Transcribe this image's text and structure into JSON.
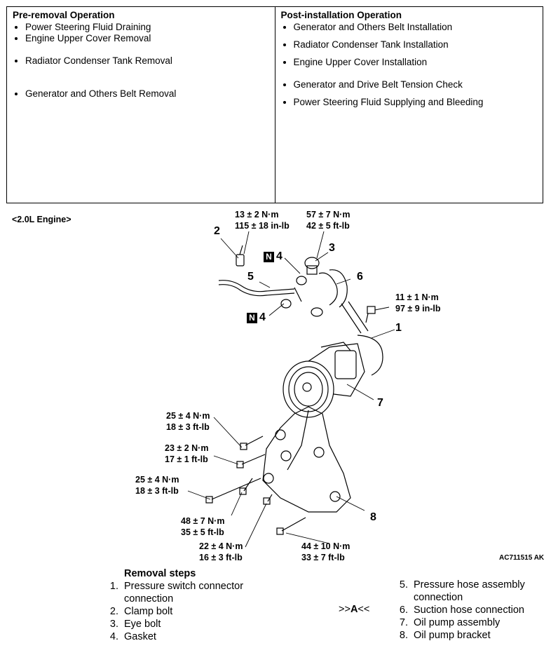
{
  "pre_removal": {
    "title": "Pre-removal Operation",
    "items": [
      "Power Steering Fluid Draining",
      "Engine Upper Cover Removal",
      "Radiator Condenser Tank Removal",
      "Generator and Others Belt Removal"
    ]
  },
  "post_installation": {
    "title": "Post-installation Operation",
    "items": [
      "Generator and Others Belt Installation",
      "Radiator Condenser Tank Installation",
      "Engine Upper Cover Installation",
      "Generator and Drive Belt Tension Check",
      "Power Steering Fluid Supplying and Bleeding"
    ]
  },
  "engine_label": "<2.0L Engine>",
  "torques": {
    "t1": [
      "13 ± 2 N·m",
      "115 ± 18 in-lb"
    ],
    "t2": [
      "57 ± 7 N·m",
      "42 ± 5 ft-lb"
    ],
    "t3": [
      "11 ± 1 N·m",
      "97 ± 9 in-lb"
    ],
    "t4": [
      "25 ± 4 N·m",
      "18 ± 3 ft-lb"
    ],
    "t5": [
      "23 ± 2 N·m",
      "17 ± 1 ft-lb"
    ],
    "t6": [
      "25 ± 4 N·m",
      "18 ± 3 ft-lb"
    ],
    "t7": [
      "48 ± 7 N·m",
      "35 ± 5 ft-lb"
    ],
    "t8": [
      "22 ± 4 N·m",
      "16 ± 3 ft-lb"
    ],
    "t9": [
      "44 ± 10 N·m",
      "33 ± 7 ft-lb"
    ]
  },
  "callouts": {
    "c1": "1",
    "c2": "2",
    "c3": "3",
    "c4a": "4",
    "c4b": "4",
    "c5": "5",
    "c6": "6",
    "c7": "7",
    "c8": "8",
    "n_mark": "N"
  },
  "figure_code": "AC711515",
  "figure_suffix": "AK",
  "removal": {
    "title": "Removal steps",
    "left": [
      {
        "n": "1.",
        "label": "Pressure switch connector connection"
      },
      {
        "n": "2.",
        "label": "Clamp bolt"
      },
      {
        "n": "3.",
        "label": "Eye bolt"
      },
      {
        "n": "4.",
        "label": "Gasket"
      }
    ],
    "right": [
      {
        "n": "5.",
        "label": "Pressure hose assembly connection"
      },
      {
        "n": "6.",
        "label": "Suction hose connection"
      },
      {
        "n": "7.",
        "label": "Oil pump assembly"
      },
      {
        "n": "8.",
        "label": "Oil pump bracket"
      }
    ],
    "marker_prefix": ">>",
    "marker_letter": "A",
    "marker_suffix": "<<"
  }
}
